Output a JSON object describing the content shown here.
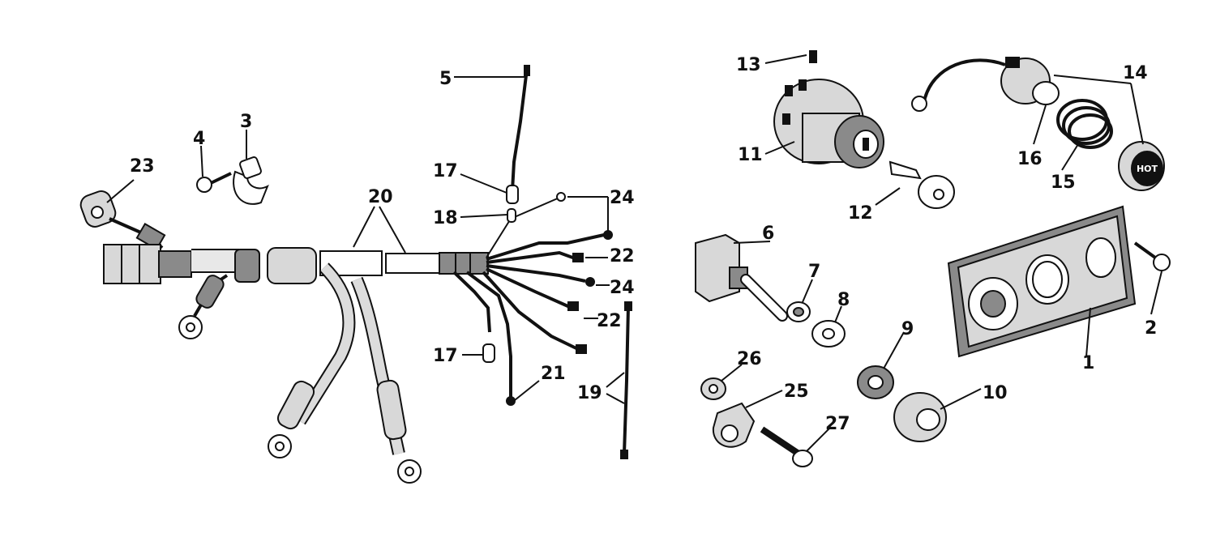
{
  "labels": {
    "l1": "1",
    "l2": "2",
    "l3": "3",
    "l4": "4",
    "l5": "5",
    "l6": "6",
    "l7": "7",
    "l8": "8",
    "l9": "9",
    "l10": "10",
    "l11": "11",
    "l12": "12",
    "l13": "13",
    "l14": "14",
    "l15": "15",
    "l16": "16",
    "l17a": "17",
    "l17b": "17",
    "l18": "18",
    "l19": "19",
    "l20": "20",
    "l21": "21",
    "l22a": "22",
    "l22b": "22",
    "l23": "23",
    "l24a": "24",
    "l24b": "24",
    "l25": "25",
    "l26": "26",
    "l27": "27"
  },
  "panel_text": {
    "hot_cap": "HOT"
  },
  "colors": {
    "ink": "#111111",
    "paper": "#ffffff",
    "shade": "#8a8a8a"
  }
}
